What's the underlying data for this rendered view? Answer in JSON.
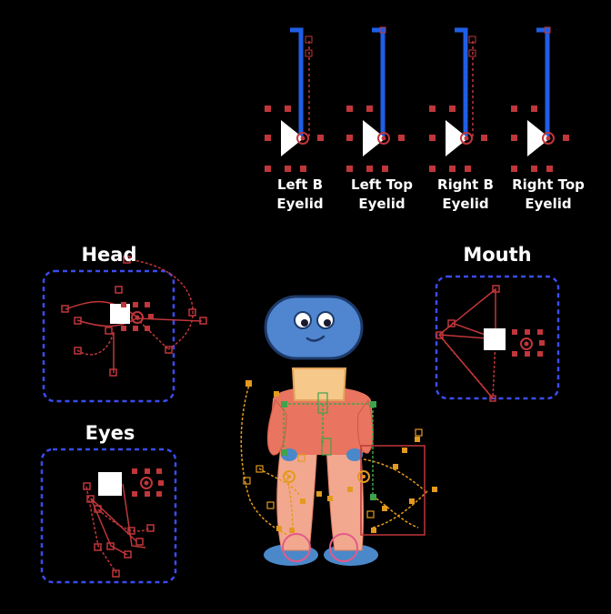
{
  "controls": [
    {
      "line1": "Left B",
      "line2": "Eyelid"
    },
    {
      "line1": "Left Top",
      "line2": "Eyelid"
    },
    {
      "line1": "Right B",
      "line2": "Eyelid"
    },
    {
      "line1": "Right Top",
      "line2": "Eyelid"
    }
  ],
  "sections": {
    "head": "Head",
    "mouth": "Mouth",
    "eyes": "Eyes"
  },
  "colors": {
    "background": "#000000",
    "rig_blue": "#1f5ee6",
    "rig_red": "#c0363a",
    "dashed_box": "#3b4cf0",
    "head_blue": "#4f86cf",
    "body_orange": "#e9745f",
    "legs_peach": "#f2a88f",
    "shoe_blue": "#4a88c9",
    "rig_orange": "#e39a1f",
    "rig_green": "#3fa34d"
  }
}
